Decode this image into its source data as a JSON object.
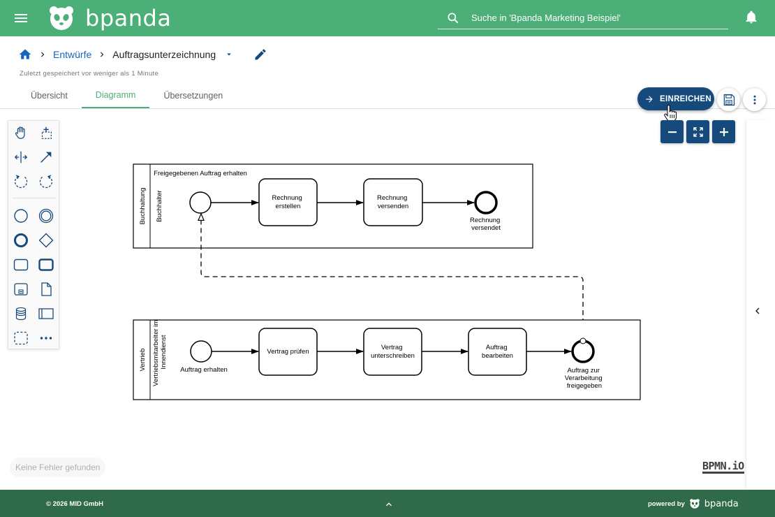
{
  "header": {
    "brand": "bpanda",
    "search_placeholder": "Suche in 'Bpanda Marketing Beispiel'",
    "icons": [
      "menu-icon",
      "panda-logo",
      "search-icon",
      "bell-icon"
    ]
  },
  "breadcrumb": {
    "section": "Entwürfe",
    "current": "Auftragsunterzeichnung",
    "saved_status": "Zuletzt gespeichert vor weniger als 1 Minute"
  },
  "tabs": [
    {
      "label": "Übersicht",
      "active": false
    },
    {
      "label": "Diagramm",
      "active": true
    },
    {
      "label": "Übersetzungen",
      "active": false
    }
  ],
  "actions": {
    "submit_label": "EINREICHEN"
  },
  "diagram": {
    "pool_top": {
      "pool_label": "Buchhaltung",
      "lane_label": "Buchhalter",
      "start_event": "Freigegebenen Auftrag erhalten",
      "task_1_line1": "Rechnung",
      "task_1_line2": "erstellen",
      "task_2_line1": "Rechnung",
      "task_2_line2": "versenden",
      "end_event_line1": "Rechnung",
      "end_event_line2": "versendet"
    },
    "pool_bottom": {
      "pool_label": "Vertrieb",
      "lane_label_line1": "Vertriebsmitarbeiter im",
      "lane_label_line2": "Innendienst",
      "start_event": "Auftrag erhalten",
      "task_1": "Vertrag prüfen",
      "task_2_line1": "Vertrag",
      "task_2_line2": "unterschreiben",
      "task_3_line1": "Auftrag",
      "task_3_line2": "bearbeiten",
      "end_event_line1": "Auftrag zur",
      "end_event_line2": "Verarbeitung",
      "end_event_line3": "freigegeben"
    }
  },
  "status": {
    "errors": "Keine Fehler gefunden",
    "bpmn_logo": "BPMN.iO"
  },
  "footer": {
    "copyright": "© 2026 MID GmbH",
    "powered_by": "powered by",
    "brand": "bpanda"
  },
  "colors": {
    "header_green": "#4caf78",
    "footer_green": "#2f6b4a",
    "primary_blue": "#174a7c",
    "link_blue": "#1565c0"
  }
}
